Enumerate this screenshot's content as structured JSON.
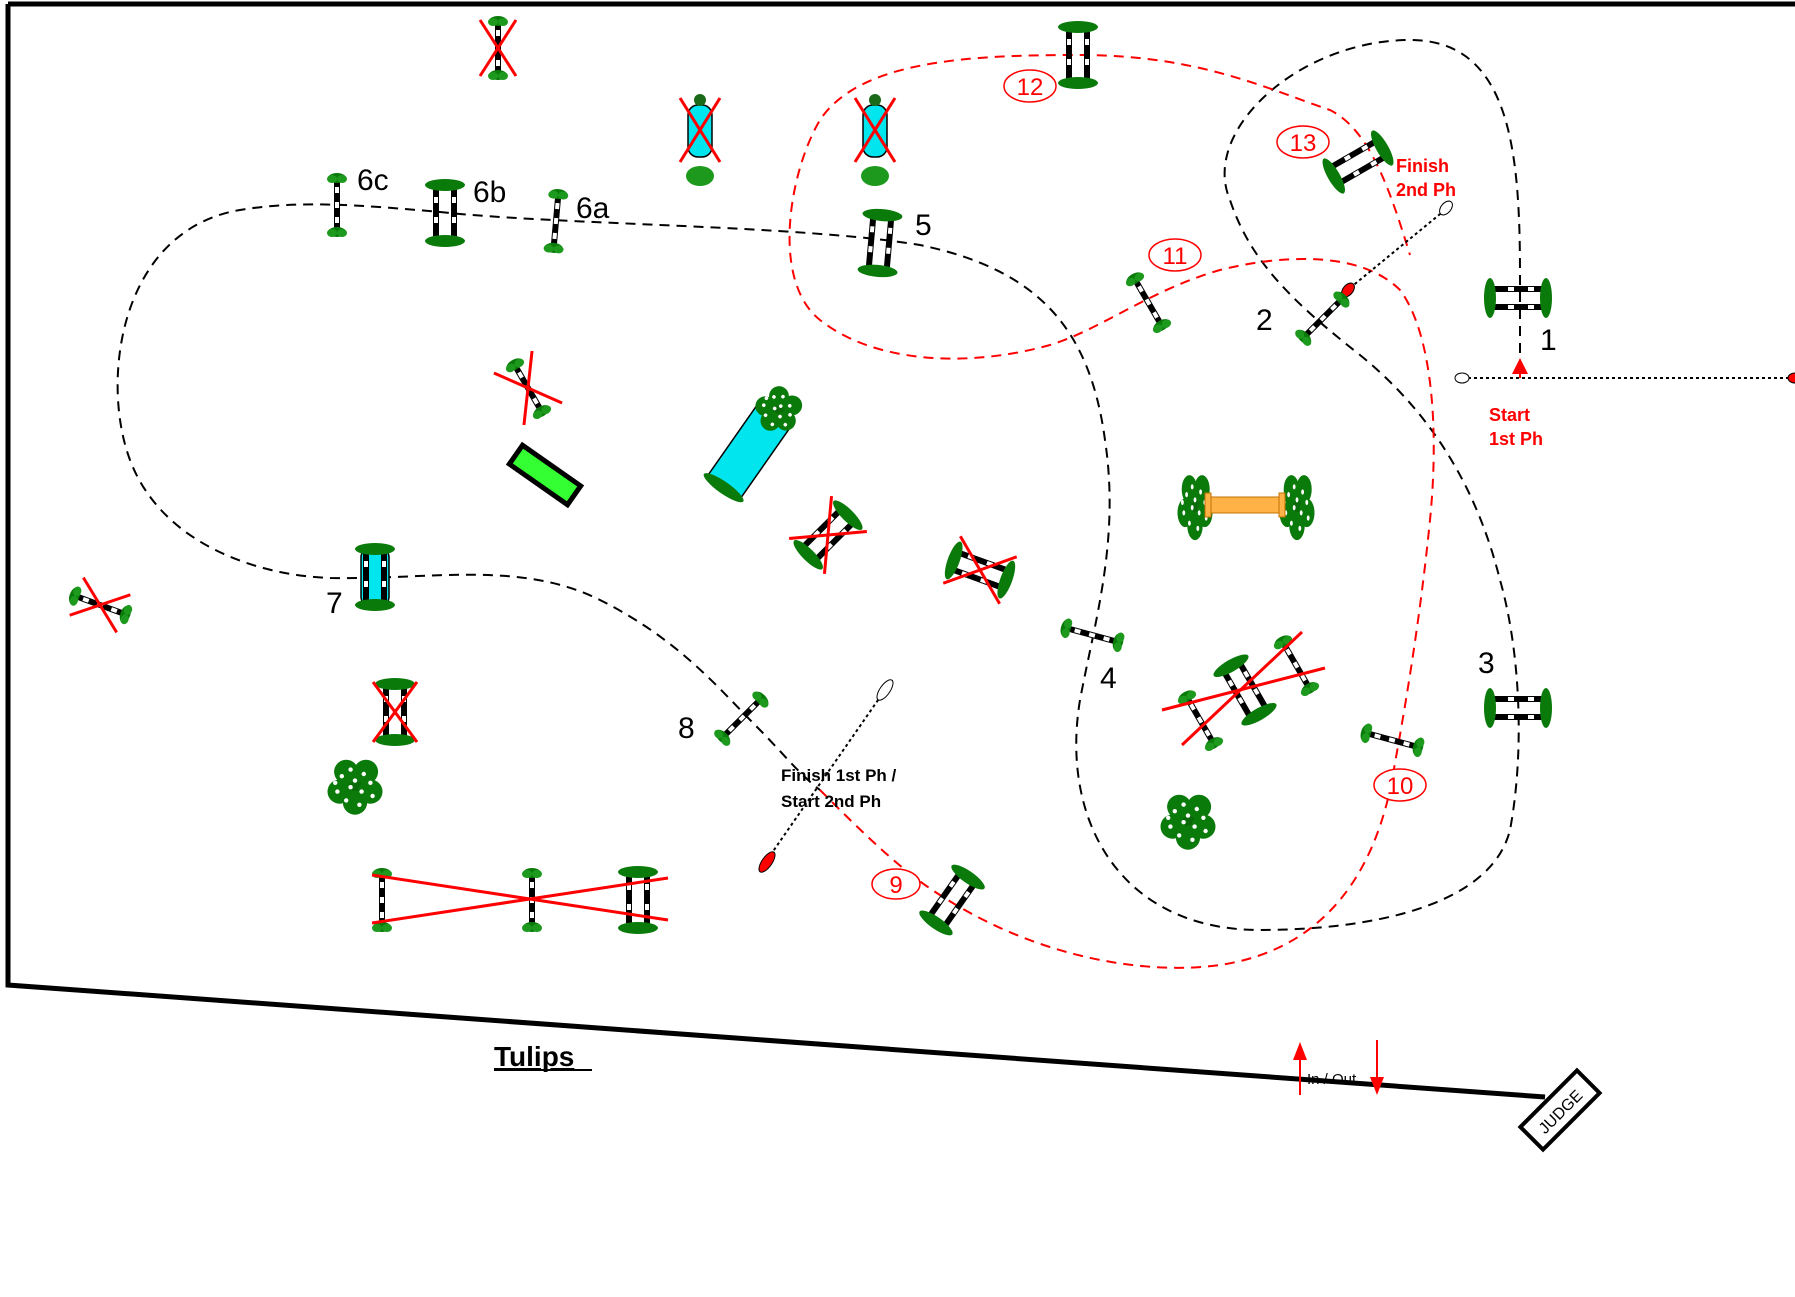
{
  "course": {
    "route_1st_phase_color": "#000000",
    "route_2nd_phase_color": "#ff0000",
    "hedge_color": "#0a7a0a",
    "water_color": "#00e5ee",
    "jump_labels_1st_phase": [
      "1",
      "2",
      "3",
      "4",
      "5",
      "6a",
      "6b",
      "6c",
      "7",
      "8"
    ],
    "jump_labels_2nd_phase": [
      "9",
      "10",
      "11",
      "12",
      "13"
    ],
    "start_1st_line1": "Start",
    "start_1st_line2": "1st Ph",
    "finish_2nd_line1": "Finish",
    "finish_2nd_line2": "2nd Ph",
    "finish_1st_line1": "Finish 1st Ph /",
    "finish_1st_line2": "Start 2nd Ph",
    "arena_side_label": "Tulips",
    "in_out_label": "In / Out",
    "judge_box_label": "JUDGE"
  }
}
